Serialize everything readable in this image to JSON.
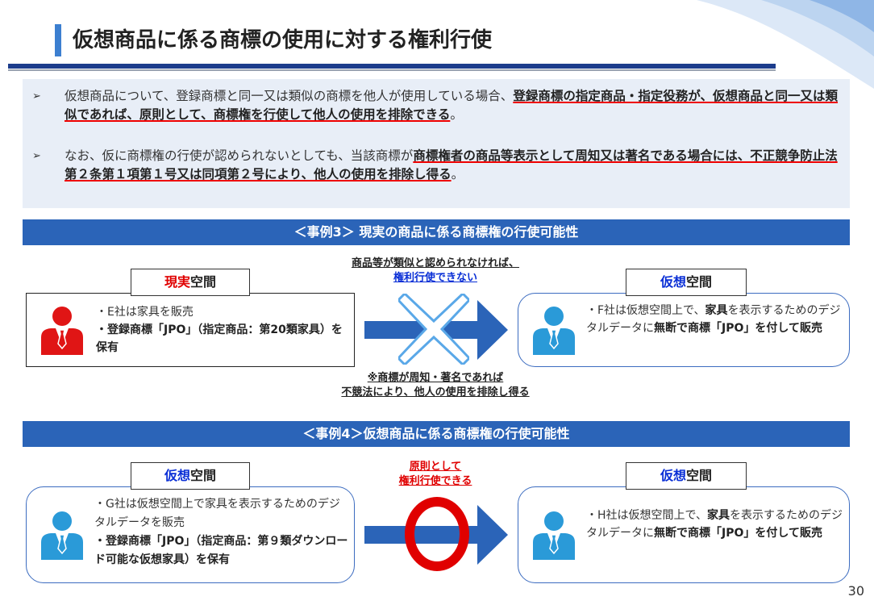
{
  "title": "仮想商品に係る商標の使用に対する権利行使",
  "summary": {
    "bullet1": {
      "plain": "仮想商品について、登録商標と同一又は類似の商標を他人が使用している場合、",
      "bold": "登録商標の指定商品・指定役務が、仮想商品と同一又は類似であれば、原則として、商標権を行使して他人の使用を排除できる",
      "end": "。"
    },
    "bullet2": {
      "plain": "なお、仮に商標権の行使が認められないとしても、当該商標が",
      "bold": "商標権者の商品等表示として周知又は著名である場合には、不正競争防止法第２条第１項第１号又は同項第２号により、他人の使用を排除し得る",
      "end": "。"
    }
  },
  "case3": {
    "header": "＜事例3＞ 現実の商品に係る商標権の行使可能性",
    "left_label_accent": "現実",
    "left_label_rest": "空間",
    "right_label_accent": "仮想",
    "right_label_rest": "空間",
    "left_line1": "・E社は家具を販売",
    "left_line2": "・登録商標「JPO」（指定商品：第20類家具）を保有",
    "right_pre": "・F社は仮想空間上で、",
    "right_b1": "家具",
    "right_mid": "を表示するためのデジタルデータに",
    "right_b2": "無断で商標「JPO」を付して販売",
    "note_top_line1": "商品等が類似と認められなければ、",
    "note_top_line2": "権利行使できない",
    "note_bottom_line1": "※商標が周知・著名であれば",
    "note_bottom_line2": "不競法により、他人の使用を排除し得る"
  },
  "case4": {
    "header": "＜事例4＞仮想商品に係る商標権の行使可能性",
    "left_label_accent": "仮想",
    "left_label_rest": "空間",
    "right_label_accent": "仮想",
    "right_label_rest": "空間",
    "left_line1": "・G社は仮想空間上で家具を表示するためのデジタルデータを販売",
    "left_line2": "・登録商標「JPO」（指定商品：第９類ダウンロード可能な仮想家具）を保有",
    "right_pre": "・H社は仮想空間上で、",
    "right_b1": "家具",
    "right_mid": "を表示するためのデジタルデータに",
    "right_b2": "無断で商標「JPO」を付して販売",
    "note_top_line1": "原則として",
    "note_top_line2": "権利行使できる"
  },
  "page_number": "30",
  "colors": {
    "accent_blue": "#2b64b8",
    "person_red": "#e01515",
    "person_blue": "#2a9ad8",
    "cross_blue": "#5aa8e8",
    "circle_red": "#e00000"
  },
  "icons": {
    "person": "person-icon",
    "cross": "cross-icon",
    "circle": "circle-icon",
    "arrow": "right-arrow-icon"
  }
}
